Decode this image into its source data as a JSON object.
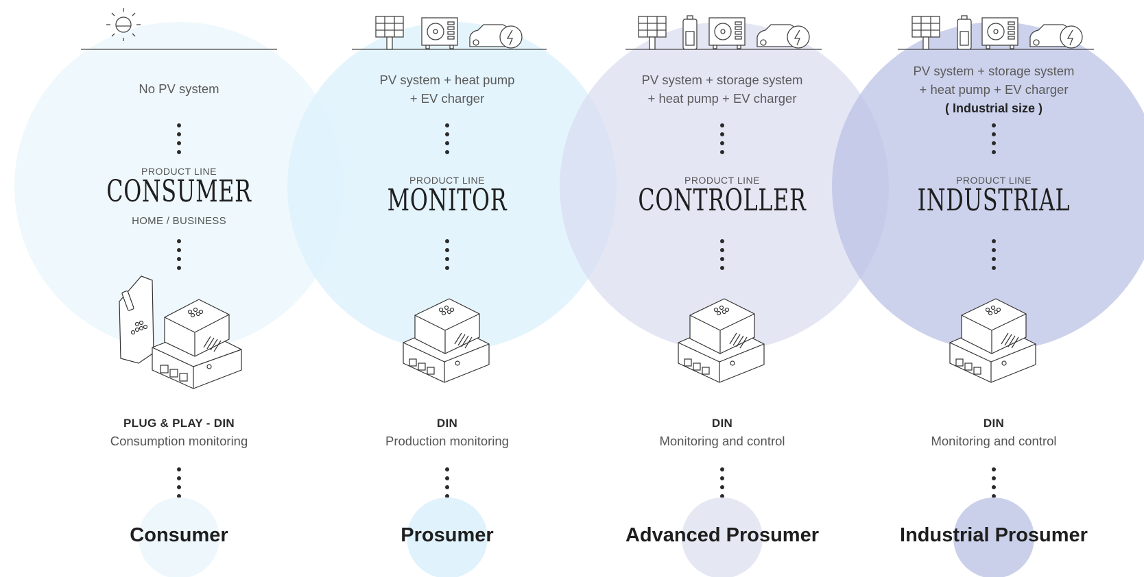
{
  "colors": {
    "consumer": "#EEF7FC",
    "monitor": "#E0F2FC",
    "controller": "#E5E7F3",
    "industrial": "#CBD0EA"
  },
  "columns": [
    {
      "icons": [
        "sun-icon"
      ],
      "description": [
        "No PV system"
      ],
      "product_line_label": "PRODUCT LINE",
      "product_line_name": "CONSUMER",
      "product_line_sub": "HOME / BUSINESS",
      "connector": "PLUG & PLAY - DIN",
      "function": "Consumption monitoring",
      "prosumer_type": "Consumer"
    },
    {
      "icons": [
        "solar-panel-icon",
        "heat-pump-icon",
        "ev-charger-icon"
      ],
      "description": [
        "PV system + heat pump",
        "+ EV charger"
      ],
      "product_line_label": "PRODUCT LINE",
      "product_line_name": "MONITOR",
      "connector": "DIN",
      "function": "Production monitoring",
      "prosumer_type": "Prosumer"
    },
    {
      "icons": [
        "solar-panel-icon",
        "battery-icon",
        "heat-pump-icon",
        "ev-charger-icon"
      ],
      "description": [
        "PV system + storage system",
        "+ heat pump + EV charger"
      ],
      "product_line_label": "PRODUCT LINE",
      "product_line_name": "CONTROLLER",
      "connector": "DIN",
      "function": "Monitoring and control",
      "prosumer_type": "Advanced Prosumer"
    },
    {
      "icons": [
        "solar-panel-icon",
        "battery-icon",
        "heat-pump-icon",
        "ev-charger-icon"
      ],
      "description": [
        "PV system + storage system",
        "+ heat pump + EV charger"
      ],
      "description_bold": "( Industrial size )",
      "product_line_label": "PRODUCT LINE",
      "product_line_name": "INDUSTRIAL",
      "connector": "DIN",
      "function": "Monitoring and control",
      "prosumer_type": "Industrial Prosumer"
    }
  ]
}
